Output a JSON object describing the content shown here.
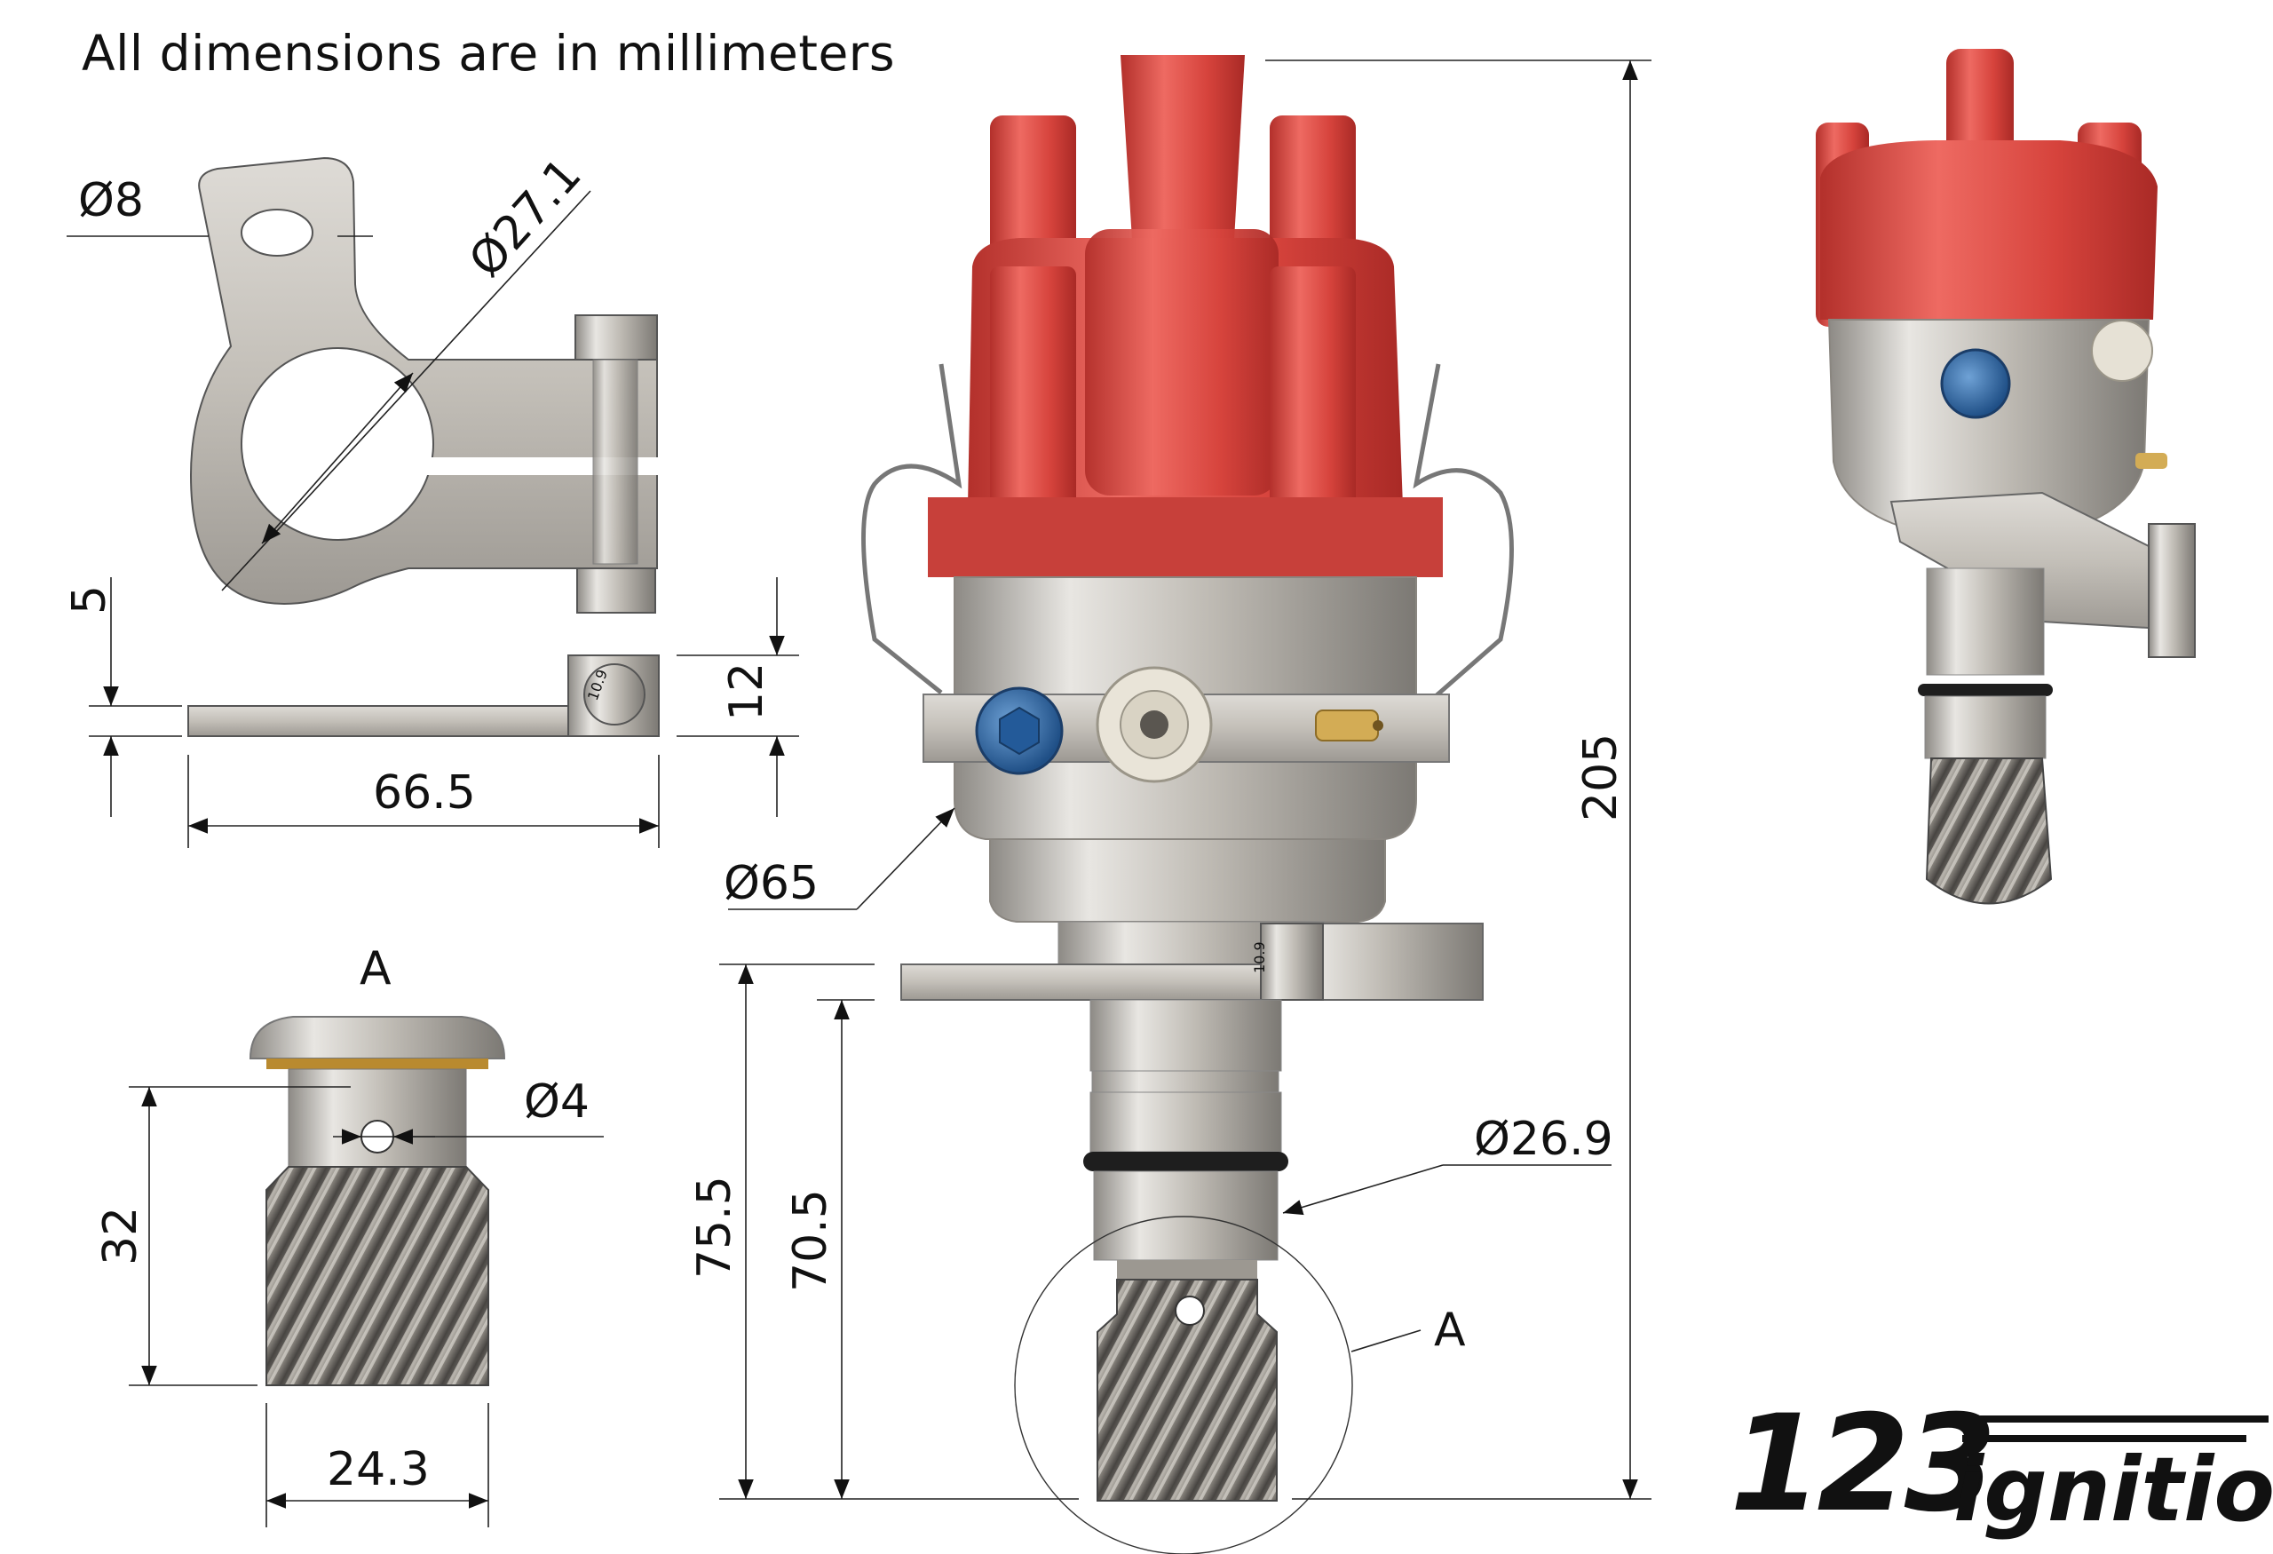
{
  "title": "All dimensions are in millimeters",
  "dimensions": {
    "slot_dia": "Ø8",
    "clamp_dia": "Ø27.1",
    "plate_thickness": "5",
    "clamp_height": "12",
    "clamp_length": "66.5",
    "detail_label_top": "A",
    "pin_hole_dia": "Ø4",
    "gear_height": "32",
    "gear_dia": "24.3",
    "body_dia": "Ø65",
    "overall_height": "205",
    "shaft_dia": "Ø26.9",
    "shaft_len_outer": "75.5",
    "shaft_len_inner": "70.5",
    "detail_label_main": "A"
  },
  "bolt_marking": "10.9",
  "logo": {
    "number": "123",
    "word": "ignition"
  },
  "colors": {
    "cap_red": "#d9453f",
    "metal": "#c8c4bc",
    "bolt_blue": "#2f6fb0",
    "brass": "#c9a24a"
  }
}
